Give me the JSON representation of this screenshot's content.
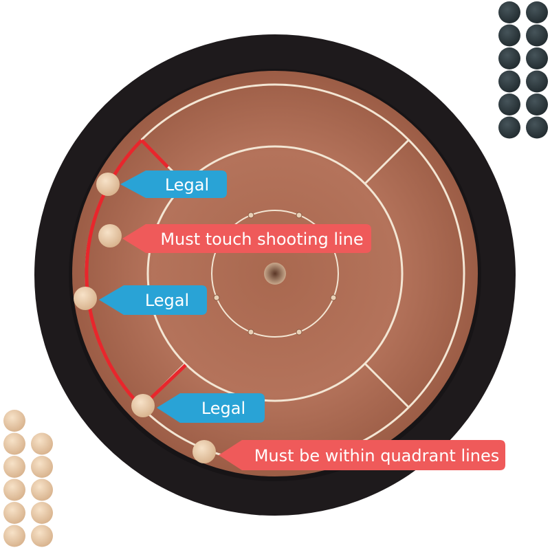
{
  "colors": {
    "rim": "#1e1a1c",
    "wood": "#b06f58",
    "wood_dark": "#9a5c47",
    "lines": "#f3e6d4",
    "shooting_line_highlight": "#e8262c",
    "legal_callout": "#29a3d6",
    "illegal_callout": "#ef5a5a",
    "dark_disc": "#2e3a3e",
    "light_disc": "#e9c9a8"
  },
  "callouts": {
    "legal_upper": "Legal",
    "illegal_touch": "Must touch shooting line",
    "legal_middle": "Legal",
    "legal_lower": "Legal",
    "illegal_quadrant": "Must be within quadrant lines"
  },
  "dark_discs_remaining": 12,
  "light_discs_remaining": 11
}
